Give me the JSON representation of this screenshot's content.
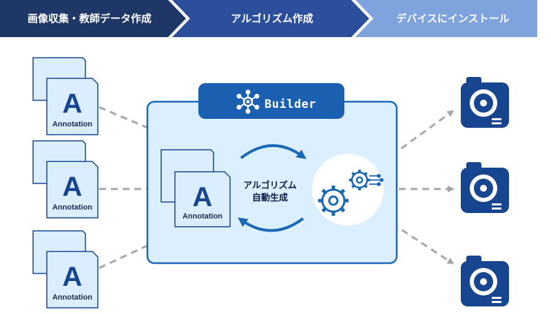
{
  "steps": [
    {
      "label": "画像収集・教師データ作成"
    },
    {
      "label": "アルゴリズム作成"
    },
    {
      "label": "デバイスにインストール"
    }
  ],
  "annotation": {
    "letter": "A",
    "caption": "Annotation"
  },
  "builder": {
    "title": "Builder"
  },
  "generation": {
    "line1": "アルゴリズム",
    "line2": "自動生成"
  },
  "colors": {
    "step1": "#1e3766",
    "step2": "#2c4f9c",
    "step3": "#7ea3dd",
    "builder_fill": "#dcefff",
    "builder_border": "#1a67b5",
    "builder_tab": "#1a5fb0",
    "navy": "#17458f",
    "arrow_gray": "#a6a6a6",
    "doc_back": "#dbeeff"
  },
  "icons": {
    "source_docs": "annotation-document-icon",
    "builder_logo": "network-node-icon",
    "gears": "gears-icon",
    "devices": "camera-device-icon",
    "cycle": "cycle-arrows-icon"
  }
}
